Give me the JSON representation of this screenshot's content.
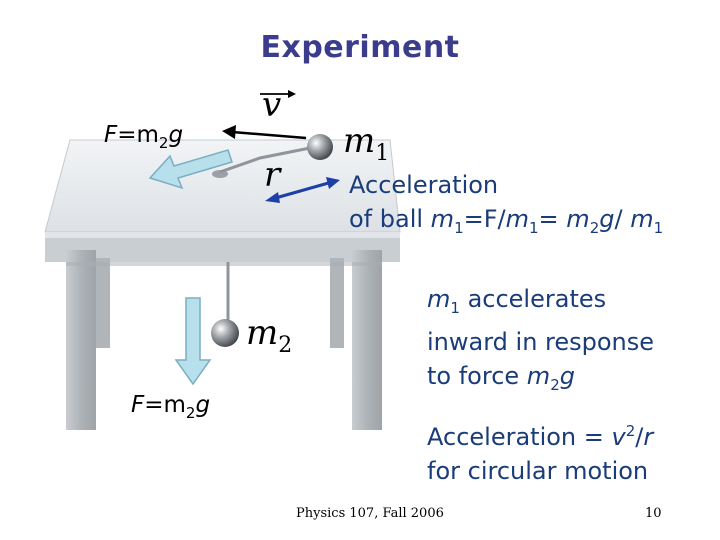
{
  "slide": {
    "title": "Experiment",
    "force_top": {
      "lhs": "F",
      "eq": "=m",
      "sub": "2",
      "tail": "g"
    },
    "force_bottom": {
      "lhs": "F",
      "eq": "=m",
      "sub": "2",
      "tail": "g"
    },
    "vector_v": "v",
    "radius_r": "r",
    "mass1": {
      "letter": "m",
      "sub": "1"
    },
    "mass2": {
      "letter": "m",
      "sub": "2"
    },
    "acceleration_ball": {
      "line1": "Acceleration",
      "line2_prefix": "of ball ",
      "m": "m",
      "s1": "1",
      "eq1": "=F/",
      "m2": "m",
      "s2": "1",
      "eq2": "= ",
      "m3": "m",
      "s3": "2",
      "g": "g",
      "slash": "/ ",
      "m4": "m",
      "s4": "1"
    },
    "m1_accel": {
      "m": "m",
      "s": "1",
      "line1_tail": " accelerates",
      "line2": "inward in response",
      "line3_prefix": "to force ",
      "m2": "m",
      "s2": "2",
      "g": "g"
    },
    "circular": {
      "line1_prefix": "Acceleration = ",
      "v": "v",
      "sup": "2",
      "slash": "/",
      "r": "r",
      "line2": "for circular motion"
    },
    "footer_course": "Physics 107, Fall 2006",
    "page_number": "10"
  },
  "colors": {
    "title": "#3c3c8c",
    "text": "#1a3c7a",
    "arrow_fill": "#b8e0ec",
    "arrow_stroke": "#7aaec0",
    "radius_arrow": "#1c3fa8",
    "table_top": "#e8ebee",
    "table_leg": "#b7bcc1"
  }
}
